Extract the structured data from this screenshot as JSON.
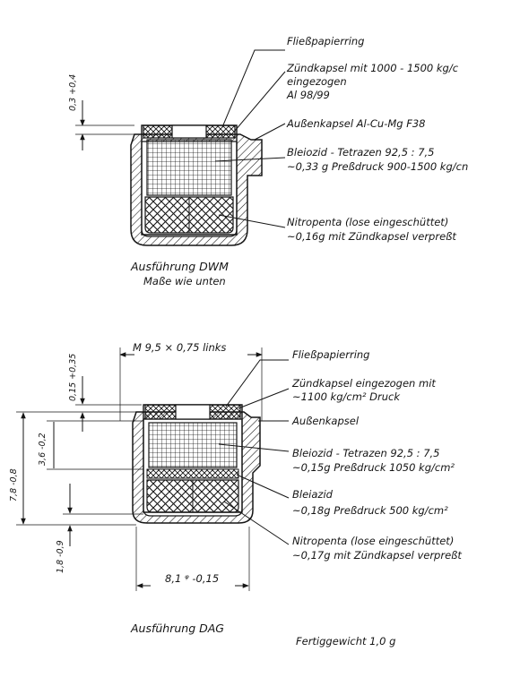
{
  "top": {
    "labels": [
      "Fließpapierring",
      "Zündkapsel mit 1000 - 1500 kg/c",
      "eingezogen",
      "Al 98/99",
      "Außenkapsel Al-Cu-Mg F38",
      "Bleiozid - Tetrazen 92,5 : 7,5",
      "~0,33 g Preßdruck 900-1500 kg/cn",
      "Nitropenta (lose eingeschüttet)",
      "~0,16g mit Zündkapsel verpreßt"
    ],
    "dims": {
      "cap_height": "0,3 +0,4"
    },
    "caption": "Ausführung DWM",
    "subcaption": "Maße wie unten"
  },
  "bottom": {
    "thread": "M 9,5 × 0,75 links",
    "labels": [
      "Fließpapierring",
      "Zündkapsel eingezogen mit",
      "~1100 kg/cm² Druck",
      "Außenkapsel",
      "Bleiozid - Tetrazen  92,5 : 7,5",
      "~0,15g  Preßdruck 1050 kg/cm²",
      "Bleiazid",
      "~0,18g  Preßdruck 500 kg/cm²",
      "Nitropenta (lose eingeschüttet)",
      "~0,17g mit Zündkapsel verpreßt"
    ],
    "dims": {
      "total_height": "7,8 -0,8",
      "cap_top": "0,15 +0,35",
      "inner_height": "3,6 -0,2",
      "bottom": "1,8 -0,9",
      "diameter": "8,1 ᵠ -0,15"
    },
    "caption": "Ausführung DAG",
    "weight": "Fertiggewicht 1,0 g"
  }
}
